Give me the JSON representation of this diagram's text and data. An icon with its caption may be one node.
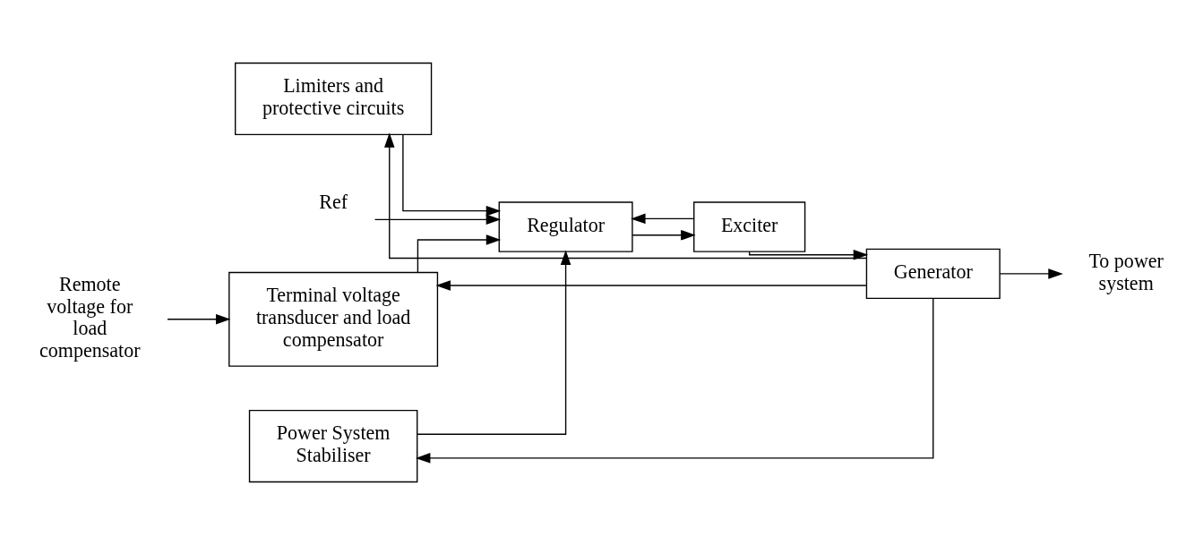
{
  "diagram": {
    "nodes": [
      {
        "text": [
          "Limiters and protective circuits"
        ]
      },
      {
        "text": [
          "Terminal voltage transducer and load compensator"
        ]
      },
      {
        "text": [
          "Regulator"
        ]
      },
      {
        "text": [
          "Exciter"
        ]
      },
      {
        "text": [
          "Generator"
        ]
      },
      {
        "text": [
          "Power System Stabiliser"
        ]
      },
      {
        "text": [
          "To power system"
        ]
      },
      {
        "text": [
          "Remote voltage for load compensator"
        ]
      },
      {
        "text": [
          "Ref"
        ]
      }
    ],
    "edges": [
      {
        "from": 0,
        "to": 2,
        "arrow": "to"
      },
      {
        "from": 1,
        "to": 2,
        "arrow": "to"
      },
      {
        "from": 8,
        "to": 2,
        "arrow": "to"
      },
      {
        "from": 5,
        "to": 2,
        "arrow": "to"
      },
      {
        "from": 3,
        "to": 2,
        "arrow": "to"
      },
      {
        "from": 2,
        "to": 3,
        "arrow": "to"
      },
      {
        "from": 3,
        "to": 4,
        "arrow": "to"
      },
      {
        "from": 4,
        "to": 6,
        "arrow": "to"
      },
      {
        "from": 4,
        "to": 0,
        "arrow": "to"
      },
      {
        "from": 4,
        "to": 1,
        "arrow": "to"
      },
      {
        "from": 4,
        "to": 5,
        "arrow": "to"
      },
      {
        "from": 7,
        "to": 1,
        "arrow": "to"
      }
    ]
  }
}
